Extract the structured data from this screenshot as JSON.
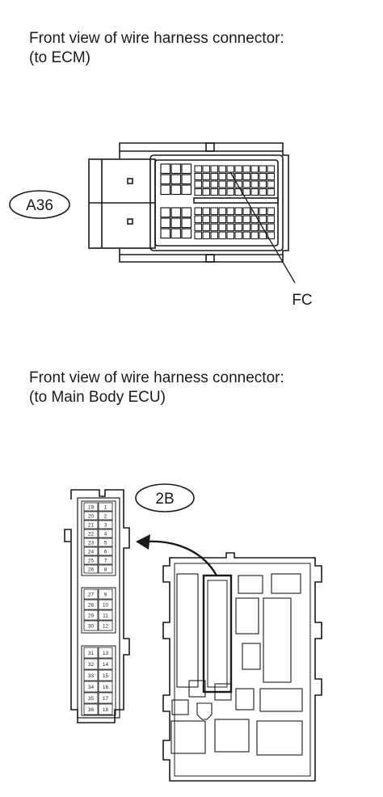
{
  "section1": {
    "title_line1": "Front view of wire harness connector:",
    "title_line2": "(to ECM)",
    "connector_code": "A36",
    "terminal_label": "FC"
  },
  "section2": {
    "title_line1": "Front view of wire harness connector:",
    "title_line2": "(to Main Body ECU)",
    "connector_code": "2B",
    "pins": [
      [
        "19",
        "1"
      ],
      [
        "20",
        "2"
      ],
      [
        "21",
        "3"
      ],
      [
        "22",
        "4"
      ],
      [
        "23",
        "5"
      ],
      [
        "24",
        "6"
      ],
      [
        "25",
        "7"
      ],
      [
        "26",
        "8"
      ],
      [
        "27",
        "9"
      ],
      [
        "28",
        "10"
      ],
      [
        "29",
        "11"
      ],
      [
        "30",
        "12"
      ],
      [
        "31",
        "13"
      ],
      [
        "32",
        "14"
      ],
      [
        "33",
        "15"
      ],
      [
        "34",
        "16"
      ],
      [
        "35",
        "17"
      ],
      [
        "36",
        "18"
      ]
    ]
  }
}
